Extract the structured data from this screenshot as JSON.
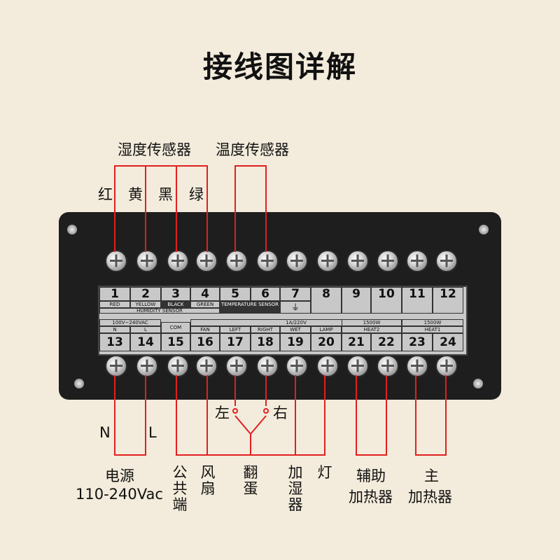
{
  "title": "接线图详解",
  "sensor_labels": {
    "humidity": "湿度传感器",
    "temperature": "温度传感器"
  },
  "wire_colors": [
    "红",
    "黄",
    "黑",
    "绿"
  ],
  "terminals_top": [
    "1",
    "2",
    "3",
    "4",
    "5",
    "6",
    "7",
    "8",
    "9",
    "10",
    "11",
    "12"
  ],
  "terminals_bottom": [
    "13",
    "14",
    "15",
    "16",
    "17",
    "18",
    "19",
    "20",
    "21",
    "22",
    "23",
    "24"
  ],
  "panel": {
    "red": "RED",
    "yellow": "YELLOW",
    "black": "BLACK",
    "green": "GREEN",
    "humidity_sensor": "HUMIDITY SENSOR",
    "temperature_sensor": "TEMPERATURE SENSOR",
    "voltage_in": "100V~240VAC",
    "n": "N",
    "l": "L",
    "com": "COM",
    "rating": "1A/220V",
    "fan": "FAN",
    "left": "LEFT",
    "right": "RIGHT",
    "wet": "WET",
    "lamp": "LAMP",
    "power1": "1500W",
    "heat2": "HEAT2",
    "power2": "1500W",
    "heat1": "HEAT1",
    "ground": "⏚"
  },
  "bottom_labels": {
    "n": "N",
    "l": "L",
    "left": "左",
    "right": "右",
    "power_line1": "电源",
    "power_line2": "110-240Vac",
    "common": "公共端",
    "fan": "风扇",
    "turn": "翻蛋",
    "humidifier": "加湿器",
    "lamp": "灯",
    "aux_line1": "辅助",
    "aux_line2": "加热器",
    "main_line1": "主",
    "main_line2": "加热器"
  },
  "colors": {
    "background": "#f3ebdb",
    "wire": "#e02020",
    "device": "#1e1e1e",
    "panel": "#c8c8c8"
  }
}
